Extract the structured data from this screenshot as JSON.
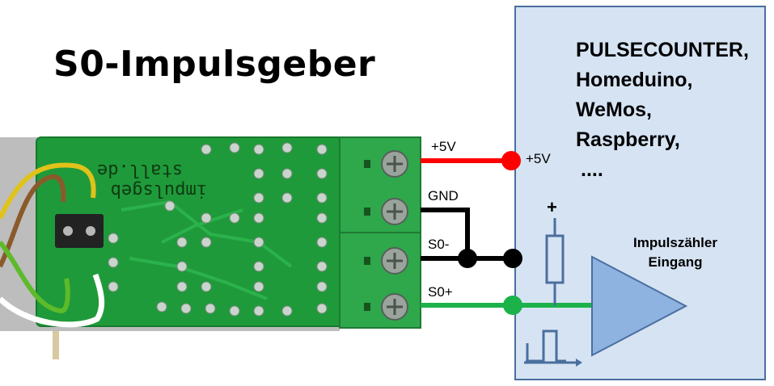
{
  "title": "S0-Impulsgeber",
  "device_list": [
    "PULSECOUNTER,",
    "Homeduino,",
    "WeMos,",
    "Raspberry,",
    "...."
  ],
  "wires": {
    "plus5v_left": "+5V",
    "gnd": "GND",
    "s0_minus": "S0-",
    "s0_plus": "S0+",
    "plus5v_right": "+5V"
  },
  "counter_input": {
    "line1": "Impulszähler",
    "line2": "Eingang"
  },
  "pullup_sign": "+",
  "pcb_silkscreen": [
    "stall.de",
    "impulsgeb"
  ],
  "colors": {
    "box_fill": "#d6e3f3",
    "box_border": "#4a6f9e",
    "amp_fill": "#8fb3e0",
    "pcb_green": "#1f9a3a",
    "terminal_green": "#2ea84a",
    "wire_red": "#ff0000",
    "wire_black": "#000000",
    "wire_green": "#1bb24a",
    "resistor": "#4a6f9e"
  }
}
